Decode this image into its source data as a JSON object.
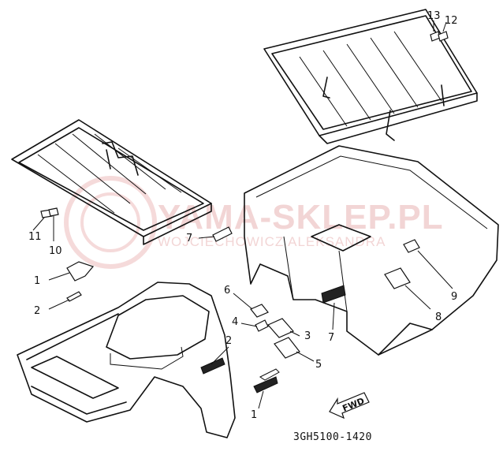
{
  "watermark": {
    "line1": "YAMA-SKLEP.PL",
    "line2": "WOJCIECHOWICZ   ALEKSANDRA"
  },
  "callouts": {
    "c1_top": "1",
    "c1_bottom": "1",
    "c2_left": "2",
    "c2_mid": "2",
    "c3": "3",
    "c4": "4",
    "c5": "5",
    "c6": "6",
    "c7_left": "7",
    "c7_right": "7",
    "c8": "8",
    "c9": "9",
    "c10": "10",
    "c11": "11",
    "c12": "12",
    "c13": "13"
  },
  "fwd_label": "FWD",
  "part_code": "3GH5100-1420"
}
